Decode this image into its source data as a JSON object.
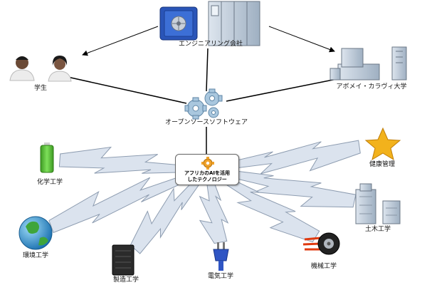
{
  "nodes": {
    "company": "エンジニアリング会社",
    "students": "学生",
    "university": "アボメイ・カラヴィ大学",
    "oss": "オープンソースソフトウェア",
    "chemical": "化学工学",
    "health": "健康管理",
    "environmental": "環境工学",
    "civil": "土木工学",
    "manufacturing": "製造工学",
    "electrical": "電気工学",
    "mechanical": "機械工学"
  },
  "hub": {
    "line1": "アフリカのAIを活用",
    "line2": "したテクノロジー"
  },
  "colors": {
    "connector_fill": "#dbe3ee",
    "connector_stroke": "#8d9cb0",
    "gear": "#a9c7de",
    "hub_gear": "#f0a22a",
    "safe": "#2a55b8",
    "star": "#f2b21c",
    "globe": "#3aa0d8",
    "battery": "#5cc83a"
  }
}
